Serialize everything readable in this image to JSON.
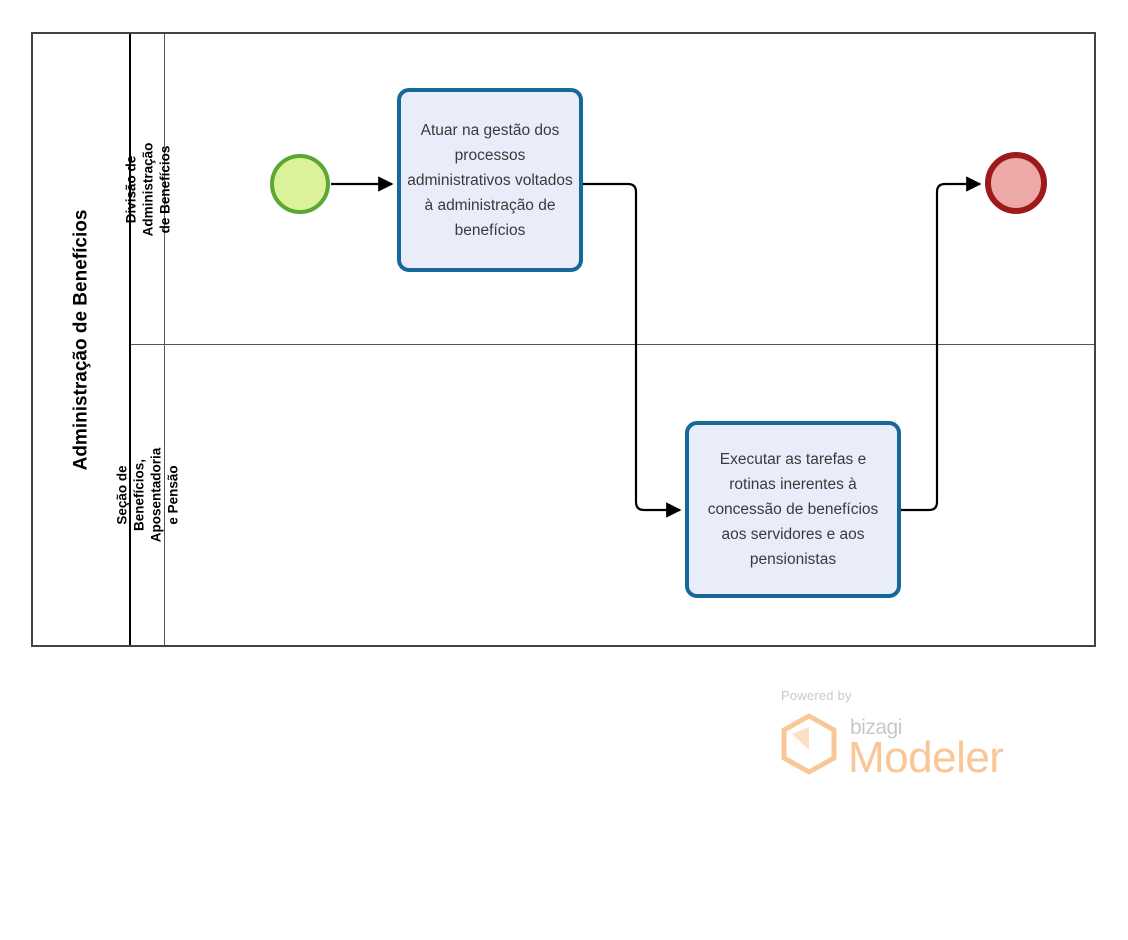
{
  "diagram": {
    "type": "bpmn-process",
    "pool": {
      "title": "Administração de Benefícios"
    },
    "lanes": [
      {
        "id": "lane-divisao",
        "title": "Divisão de Administração de Benefícios"
      },
      {
        "id": "lane-secao",
        "title": "Seção de Benefícios, Aposentadoria e Pensão"
      }
    ],
    "events": [
      {
        "id": "start-event",
        "kind": "start",
        "lane": "lane-divisao",
        "fill": "#dbf29a",
        "stroke": "#5aa832",
        "label": ""
      },
      {
        "id": "end-event",
        "kind": "end",
        "lane": "lane-divisao",
        "fill": "#eda8a8",
        "stroke": "#9e1a1a",
        "label": ""
      }
    ],
    "tasks": [
      {
        "id": "task-1",
        "lane": "lane-divisao",
        "label": "Atuar na gestão dos processos administrativos voltados à administração de benefícios",
        "fill": "#e9edfa",
        "stroke": "#16679a"
      },
      {
        "id": "task-2",
        "lane": "lane-secao",
        "label": "Executar as tarefas e rotinas inerentes à concessão de benefícios aos servidores e aos pensionistas",
        "fill": "#e9edfa",
        "stroke": "#16679a"
      }
    ],
    "flows": [
      {
        "id": "flow-start-task1",
        "from": "start-event",
        "to": "task-1",
        "label": ""
      },
      {
        "id": "flow-task1-task2",
        "from": "task-1",
        "to": "task-2",
        "label": ""
      },
      {
        "id": "flow-task2-end",
        "from": "task-2",
        "to": "end-event",
        "label": ""
      }
    ]
  },
  "watermark": {
    "powered_by": "Powered by",
    "brand": "bizagi",
    "product": "Modeler",
    "brand_color": "#f7c795",
    "text_color": "#c9c9c9"
  }
}
